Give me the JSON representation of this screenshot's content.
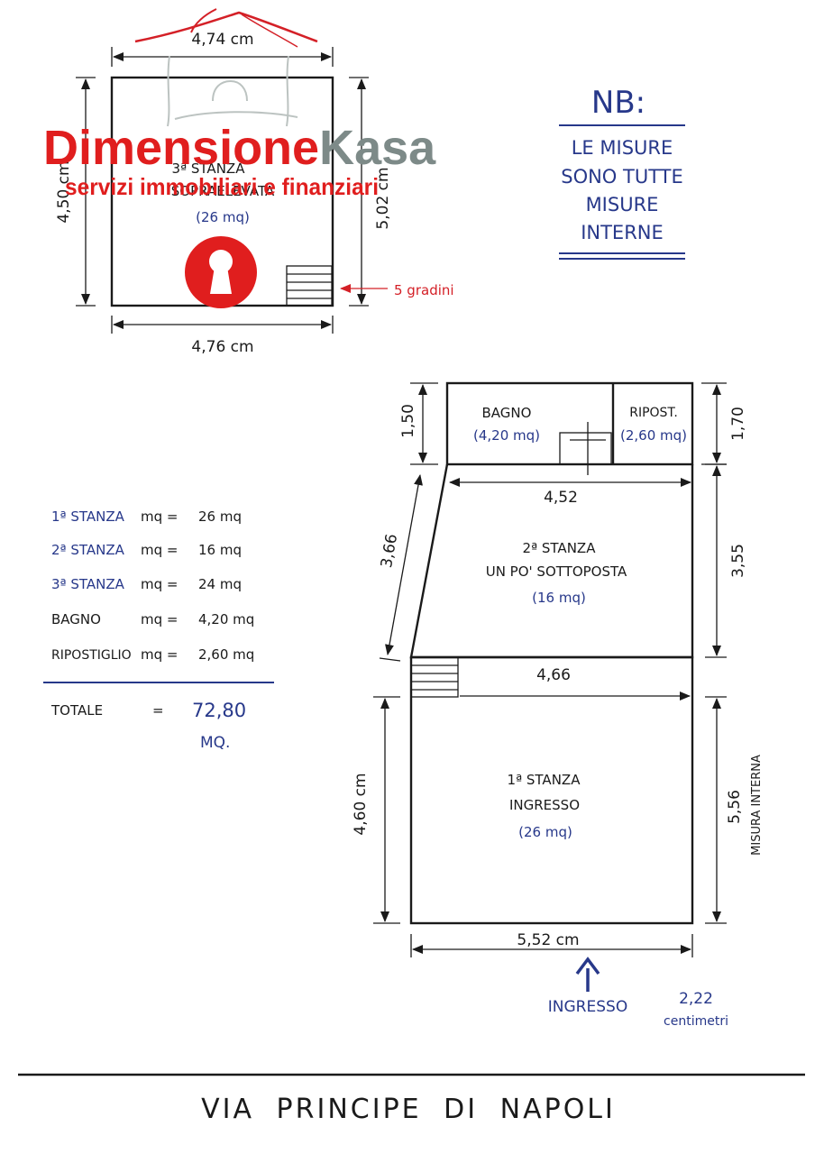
{
  "upper_floor": {
    "dim_top": "4,74 cm",
    "dim_bottom": "4,76 cm",
    "dim_left": "4,50 cm",
    "dim_right": "5,02 cm",
    "room_title": "3ª STANZA",
    "room_subtitle": "SOPRAELEVATA",
    "room_area": "(26 mq)",
    "stairs_note": "5 gradini"
  },
  "watermark": {
    "brand_part1": "Dimensione",
    "brand_part2": "Kasa",
    "tagline": "servizi immobiliari e finanziari",
    "icon": "keyhole-icon",
    "colors": {
      "red": "#e01e1e",
      "gray": "#7d8a88"
    }
  },
  "note": {
    "title": "NB:",
    "lines": [
      "LE MISURE",
      "SONO TUTTE",
      "MISURE",
      "INTERNE"
    ]
  },
  "summary": {
    "rows": [
      {
        "name": "1ª STANZA",
        "unit": "mq =",
        "value": "26 mq"
      },
      {
        "name": "2ª STANZA",
        "unit": "mq =",
        "value": "16 mq"
      },
      {
        "name": "3ª STANZA",
        "unit": "mq =",
        "value": "24 mq"
      },
      {
        "name": "BAGNO",
        "unit": "mq =",
        "value": "4,20 mq"
      },
      {
        "name": "RIPOSTIGLIO",
        "unit": "mq =",
        "value": "2,60 mq"
      }
    ],
    "total_label": "TOTALE",
    "total_eq": "=",
    "total_value": "72,80",
    "total_unit": "MQ."
  },
  "ground_floor": {
    "bagno_label": "BAGNO",
    "bagno_area": "(4,20 mq)",
    "ripost_label": "RIPOST.",
    "ripost_area": "(2,60 mq)",
    "dim_150": "1,50",
    "dim_170": "1,70",
    "dim_452": "4,52",
    "dim_366": "3,66",
    "dim_355": "3,55",
    "room2_title": "2ª STANZA",
    "room2_subtitle": "UN PO' SOTTOPOSTA",
    "room2_area": "(16 mq)",
    "dim_466": "4,66",
    "dim_460": "4,60 cm",
    "dim_556": "5,56",
    "dim_556_note": "MISURA INTERNA",
    "room1_title": "1ª STANZA",
    "room1_subtitle": "INGRESSO",
    "room1_area": "(26 mq)",
    "dim_552": "5,52 cm",
    "entrance_label": "INGRESSO",
    "scale_value": "2,22",
    "scale_unit": "centimetri"
  },
  "street": "VIA PRINCIPE DI NAPOLI",
  "colors": {
    "blue": "#27388a",
    "red": "#d42027",
    "ink": "#1a1a1a"
  }
}
